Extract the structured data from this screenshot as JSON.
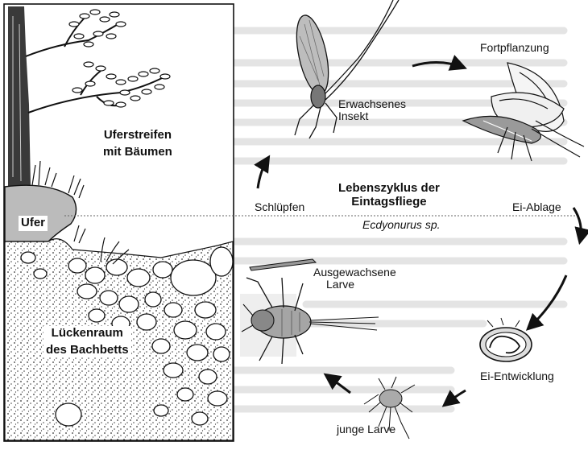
{
  "diagram": {
    "title_line1": "Lebenszyklus der",
    "title_line2": "Eintagsfliege",
    "species": "Ecdyonurus sp.",
    "habitat_labels": {
      "riparian_line1": "Uferstreifen",
      "riparian_line2": "mit Bäumen",
      "bank": "Ufer",
      "hyporheic_line1": "Lückenraum",
      "hyporheic_line2": "des Bachbetts"
    },
    "stages": [
      {
        "label_line1": "Erwachsenes",
        "label_line2": "Insekt"
      },
      {
        "label_line1": "Fortpflanzung",
        "label_line2": ""
      },
      {
        "label_line1": "Ei-Ablage",
        "label_line2": ""
      },
      {
        "label_line1": "Ei-Entwicklung",
        "label_line2": ""
      },
      {
        "label_line1": "junge Larve",
        "label_line2": ""
      },
      {
        "label_line1": "Ausgewachsene",
        "label_line2": "Larve"
      },
      {
        "label_line1": "Schlüpfen",
        "label_line2": ""
      }
    ]
  }
}
